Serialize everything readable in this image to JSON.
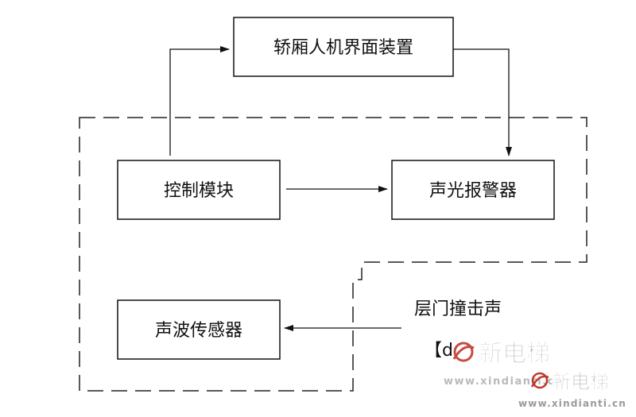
{
  "nodes": {
    "hmi": "轿厢人机界面装置",
    "control": "控制模块",
    "alarm": "声光报警器",
    "sensor": "声波传感器"
  },
  "signal": {
    "label": "层门撞击声",
    "partial": "【d"
  },
  "watermark": {
    "brand": "新电梯",
    "url": "www.xindianti.cn"
  },
  "colors": {
    "stroke": "#111111",
    "watermark": "#b3b3b3",
    "watermark_logo": "#c0392b"
  }
}
